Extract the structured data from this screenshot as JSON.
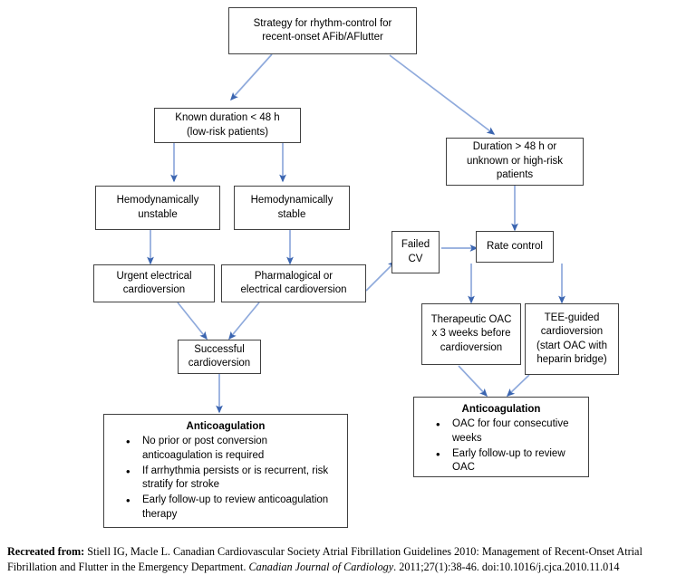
{
  "diagram": {
    "title": "Strategy for rhythm-control for recent-onset AFib/AFlutter",
    "accent_color": "#4472C4",
    "box_border_color": "#404040",
    "background_color": "#FFFFFF",
    "nodes": {
      "root": "Strategy for rhythm-control for\nrecent-onset AFib/AFlutter",
      "known_duration": "Known duration < 48 h\n(low-risk patients)",
      "long_duration": "Duration > 48 h or\nunknown or high-risk\npatients",
      "hemo_unstable": "Hemodynamically\nunstable",
      "hemo_stable": "Hemodynamically\nstable",
      "urgent_cardioversion": "Urgent electrical\ncardioversion",
      "pharm_cardioversion": "Pharmalogical or\nelectrical cardioversion",
      "failed_cv": "Failed\nCV",
      "rate_control": "Rate control",
      "therapeutic_oac": "Therapeutic OAC\nx 3 weeks before\ncardioversion",
      "tee_guided": "TEE-guided\ncardioversion\n(start OAC with\nheparin bridge)",
      "successful_cardioversion": "Successful\ncardioversion",
      "anticoag_left": {
        "title": "Anticoagulation",
        "bullets": [
          "No prior or post conversion anticoagulation is required",
          "If arrhythmia persists or is recurrent, risk stratify for stroke",
          "Early follow-up to review anticoagulation therapy"
        ]
      },
      "anticoag_right": {
        "title": "Anticoagulation",
        "bullets": [
          "OAC for four consecutive weeks",
          "Early follow-up to review OAC"
        ]
      }
    }
  },
  "caption": {
    "prefix": "Recreated from:",
    "part1": " Stiell IG, Macle L. Canadian Cardiovascular Society Atrial Fibrillation Guidelines 2010: Management of Recent-Onset Atrial Fibrillation and Flutter in the Emergency Department. ",
    "journal": "Canadian Journal of Cardiology",
    "part2": ". 2011;27(1):38-46. doi:10.1016/j.cjca.2010.11.014"
  }
}
